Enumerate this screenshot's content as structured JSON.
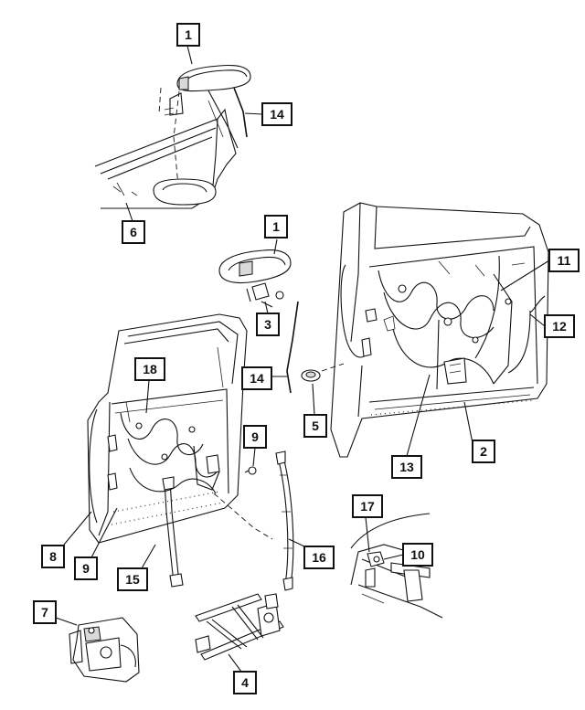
{
  "callouts": [
    {
      "id": "c1a",
      "label": "1"
    },
    {
      "id": "c14a",
      "label": "14"
    },
    {
      "id": "c6",
      "label": "6"
    },
    {
      "id": "c1b",
      "label": "1"
    },
    {
      "id": "c3",
      "label": "3"
    },
    {
      "id": "c14b",
      "label": "14"
    },
    {
      "id": "c5",
      "label": "5"
    },
    {
      "id": "c18",
      "label": "18"
    },
    {
      "id": "c9a",
      "label": "9"
    },
    {
      "id": "c11",
      "label": "11"
    },
    {
      "id": "c12",
      "label": "12"
    },
    {
      "id": "c2",
      "label": "2"
    },
    {
      "id": "c13",
      "label": "13"
    },
    {
      "id": "c8",
      "label": "8"
    },
    {
      "id": "c9b",
      "label": "9"
    },
    {
      "id": "c15",
      "label": "15"
    },
    {
      "id": "c16",
      "label": "16"
    },
    {
      "id": "c17",
      "label": "17"
    },
    {
      "id": "c10",
      "label": "10"
    },
    {
      "id": "c7",
      "label": "7"
    },
    {
      "id": "c4",
      "label": "4"
    }
  ]
}
